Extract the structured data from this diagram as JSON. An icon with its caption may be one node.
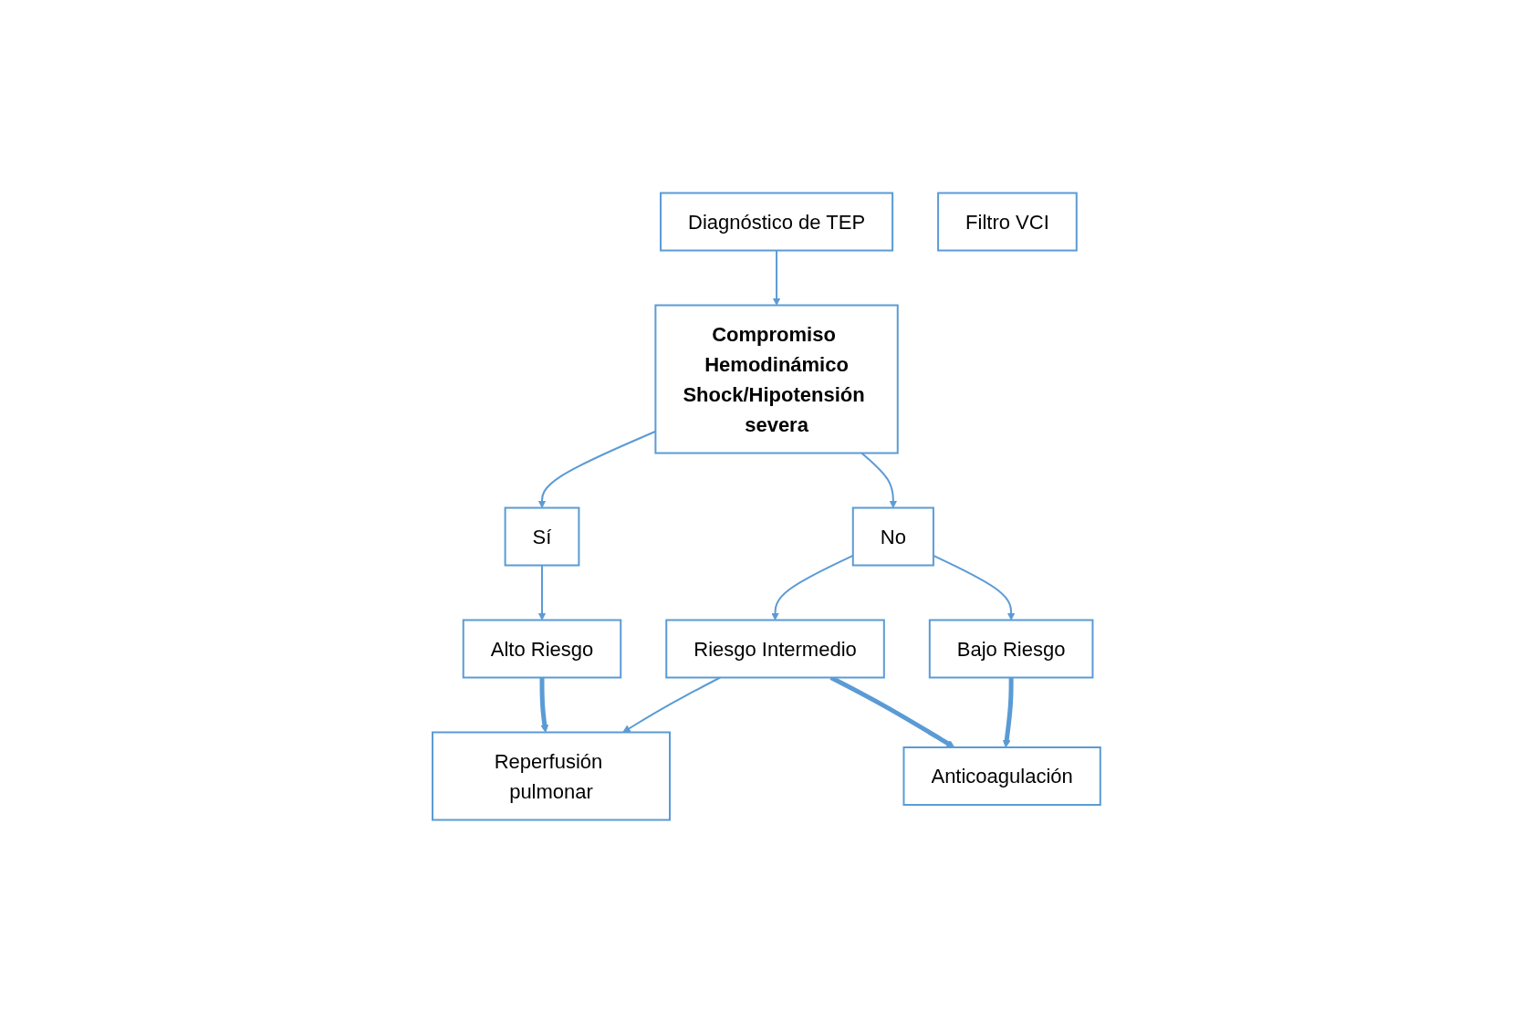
{
  "diagram": {
    "nodes": [
      {
        "text": [
          "Diagnóstico de TEP"
        ]
      },
      {
        "text": [
          "Compromiso Hemodinámico",
          "Shock/Hipotensión severa"
        ]
      },
      {
        "text": [
          "Sí"
        ]
      },
      {
        "text": [
          "No"
        ]
      },
      {
        "text": [
          "Alto Riesgo"
        ]
      },
      {
        "text": [
          "Riesgo Intermedio"
        ]
      },
      {
        "text": [
          "Bajo Riesgo"
        ]
      },
      {
        "text": [
          "Reperfusión pulmonar"
        ]
      },
      {
        "text": [
          "Anticoagulación"
        ]
      },
      {
        "text": [
          "Filtro VCI"
        ]
      }
    ],
    "edges": [
      {
        "from": 0,
        "to": 1,
        "arrow": "to"
      },
      {
        "from": 1,
        "to": 2,
        "arrow": "to"
      },
      {
        "from": 1,
        "to": 3,
        "arrow": "to"
      },
      {
        "from": 2,
        "to": 4,
        "arrow": "to"
      },
      {
        "from": 3,
        "to": 5,
        "arrow": "to"
      },
      {
        "from": 3,
        "to": 6,
        "arrow": "to"
      },
      {
        "from": 4,
        "to": 7,
        "arrow": "to",
        "style": "thick"
      },
      {
        "from": 5,
        "to": 7,
        "arrow": "to"
      },
      {
        "from": 5,
        "to": 8,
        "arrow": "to",
        "style": "thick"
      },
      {
        "from": 6,
        "to": 8,
        "arrow": "to",
        "style": "thick"
      }
    ]
  }
}
